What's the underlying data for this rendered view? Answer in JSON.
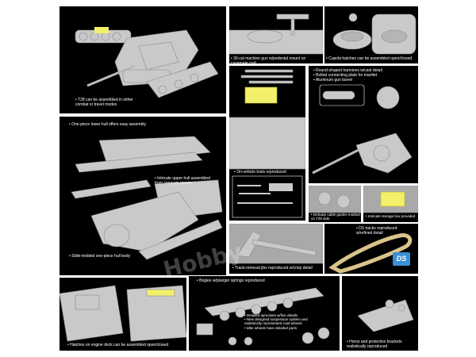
{
  "captions": {
    "p1": "• T28 can be assembled in either\ncombat or travel modes",
    "p2": "• 30-cal machine gun w/pedestal mount on casemate roof",
    "p3": "• Cupola hatches can be assembled open/closed",
    "p4a": "• One-piece lower hull offers easy assembly",
    "p4b": "• Intricate upper hull assembled\nfrom separate pieces",
    "p4c": "• Slide-molded one-piece hull body",
    "p5": "• On-vehicle tools reproduced",
    "p6": "• Round-shaped trunnions w/cast detail\n• Bolted connecting plate for mantlet\n• Aluminum gun barrel",
    "p7": "• Delicate cable guides molded\non T28 side",
    "p8": "• Intricate storage box provided",
    "p9": "• Track-removal jibs reproduced w/crisp detail",
    "p10": "• DS tracks reproduced\nw/refined detail",
    "p11": "• Hatches on engine deck can be assembled open/closed",
    "p12a": "• Bogies w/plunger springs reproduced",
    "p12b": "• Detailed sprockets w/fine details\n• New designed suspension system and\nrealistically represented road wheels\n• Idler wheels have detailed parts",
    "p13": "• Horns and protective brackets\nrealistically reproduced"
  },
  "logo": {
    "ds": "DS"
  },
  "watermark": {
    "text": "Hobby"
  },
  "colors": {
    "panel": "#000000",
    "gray": "#c9c9c9",
    "yellow": "#f2f06a",
    "tan": "#d9c48a",
    "blue": "#3b8fd6"
  }
}
